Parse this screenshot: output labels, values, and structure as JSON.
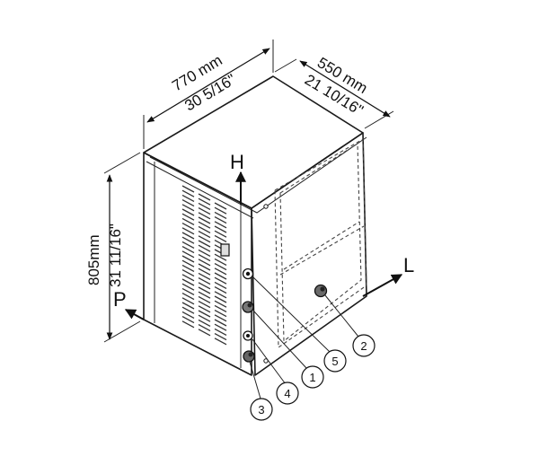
{
  "dimensions": {
    "width_mm": "770 mm",
    "width_in": "30 5/16\"",
    "depth_mm": "550 mm",
    "depth_in": "21 10/16\"",
    "height_mm": "805mm",
    "height_in": "31 11/16\""
  },
  "axes": {
    "height": "H",
    "length": "L",
    "depth": "P"
  },
  "callouts": [
    "1",
    "2",
    "3",
    "4",
    "5"
  ]
}
